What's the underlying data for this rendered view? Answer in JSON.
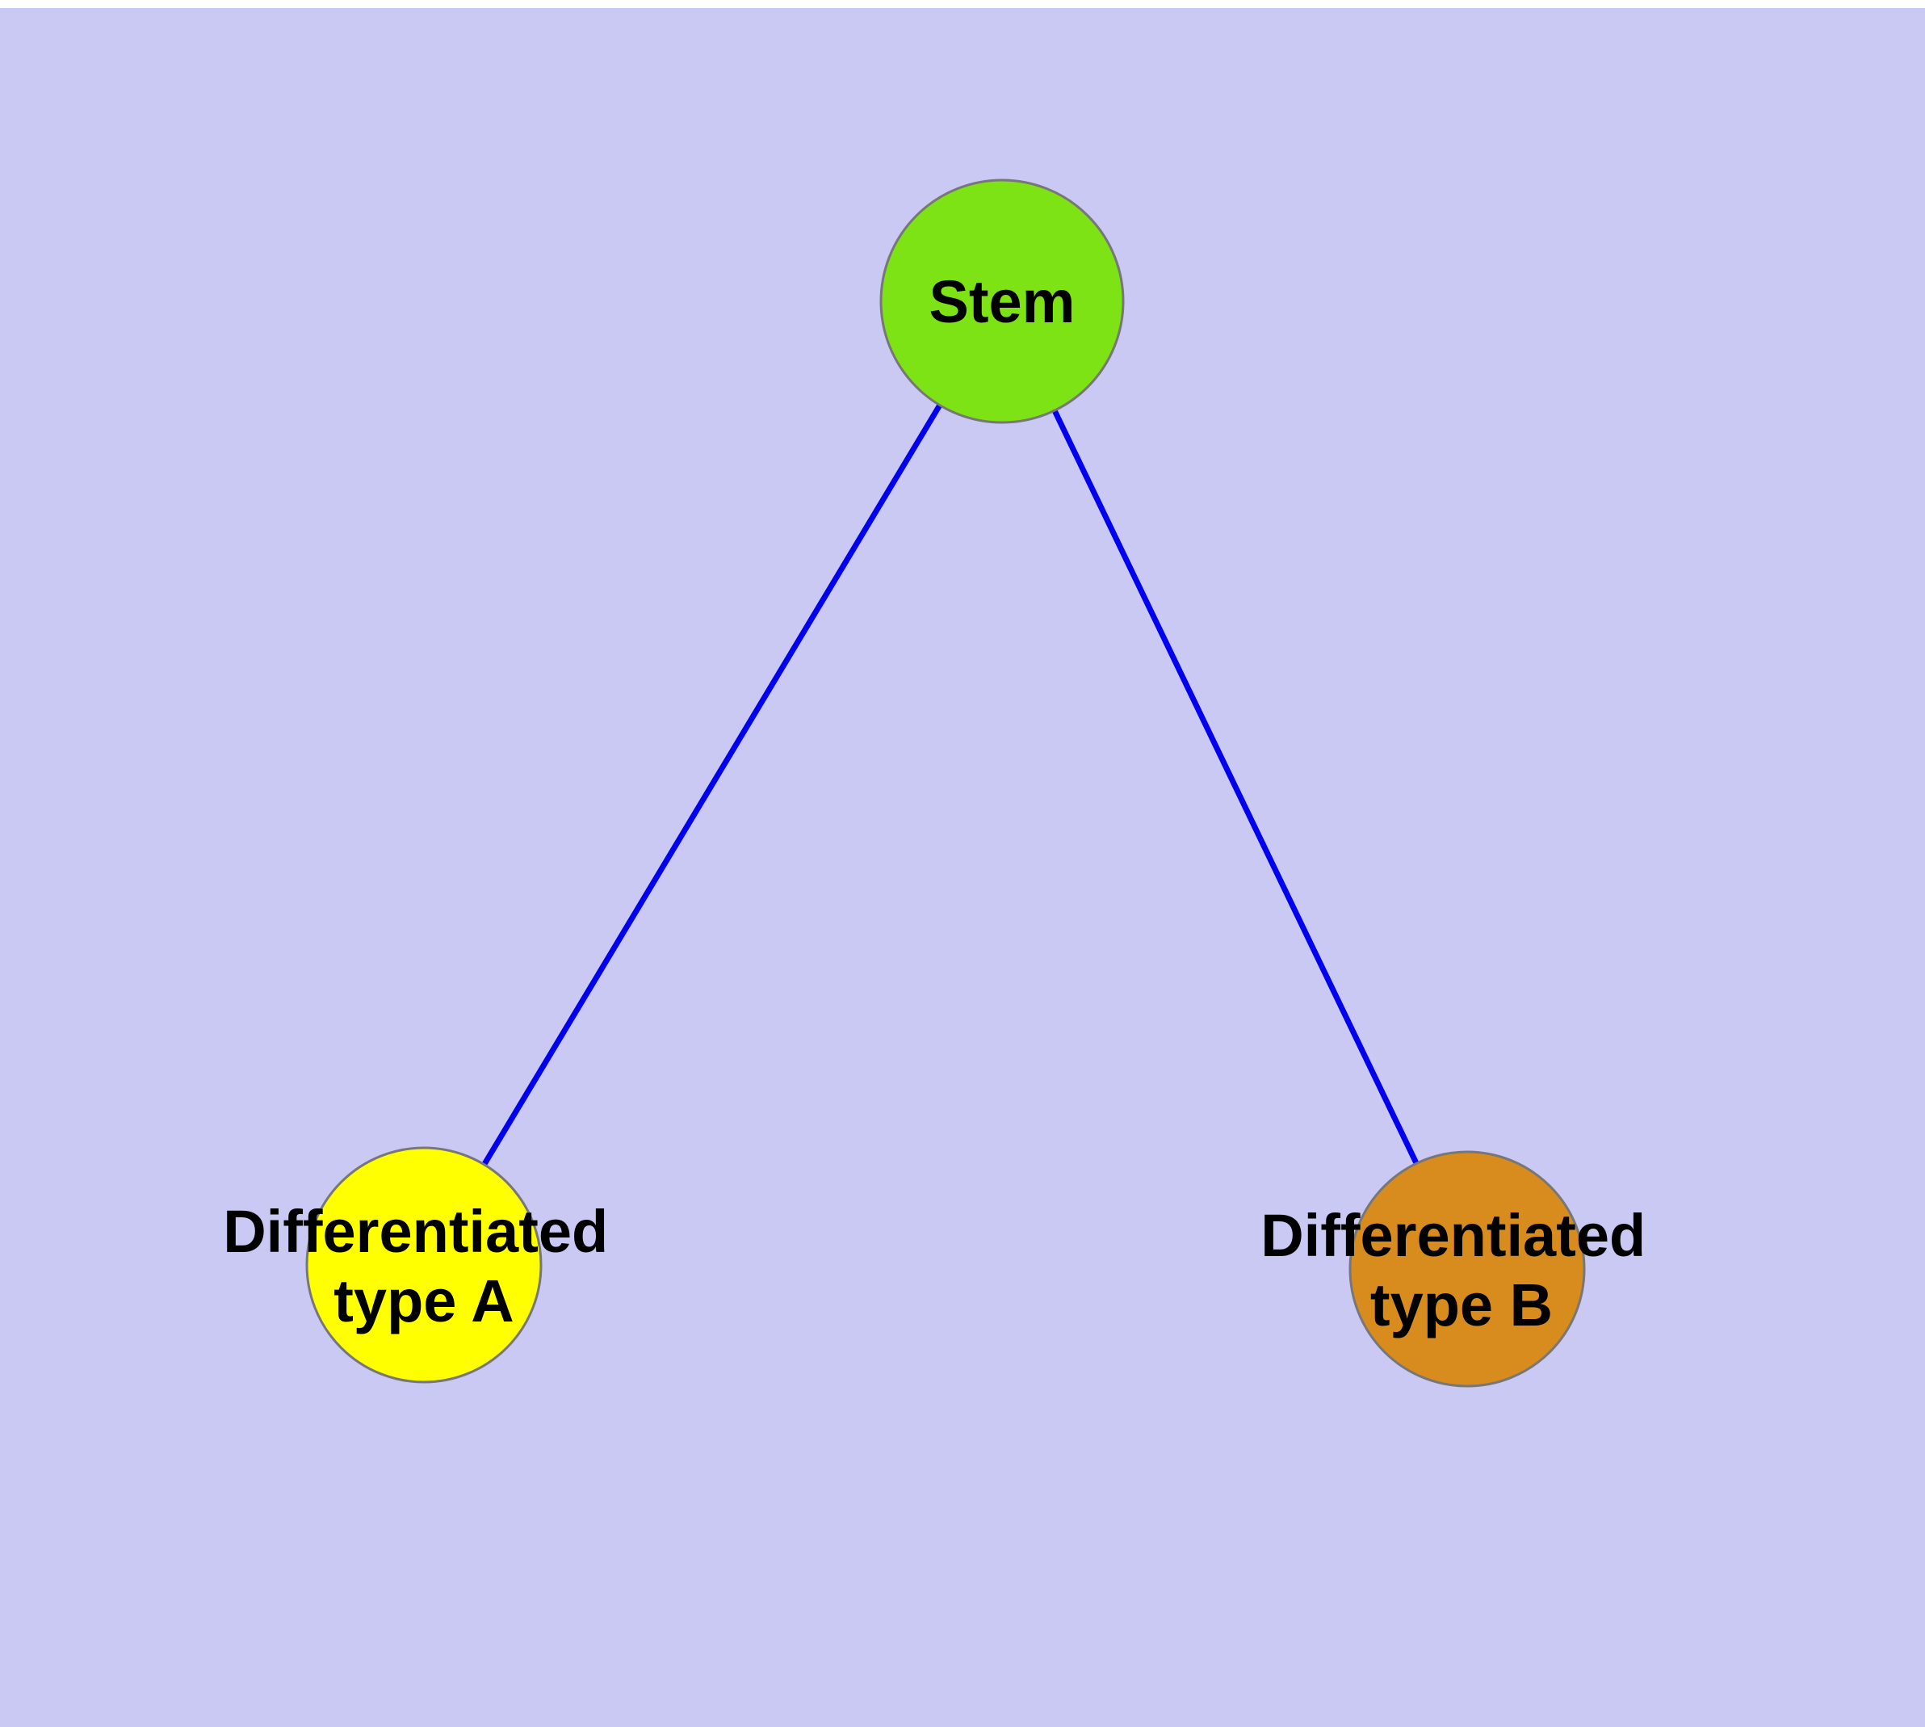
{
  "canvas": {
    "background_color": "#c9c9f3",
    "top_margin_color": "#ffffff",
    "edge_color": "#0000ee",
    "node_stroke_color": "#777777",
    "label_color": "#000000"
  },
  "nodes": {
    "stem": {
      "label": "Stem",
      "fill": "#7de314"
    },
    "diff_a": {
      "label_line1": "Differentiated",
      "label_line2": "type A",
      "fill": "#ffff00"
    },
    "diff_b": {
      "label_line1": "Differentiated",
      "label_line2": "type B",
      "fill": "#d98c1e"
    }
  },
  "edges": [
    {
      "from": "Stem",
      "to": "Differentiated type A"
    },
    {
      "from": "Stem",
      "to": "Differentiated type B"
    }
  ]
}
